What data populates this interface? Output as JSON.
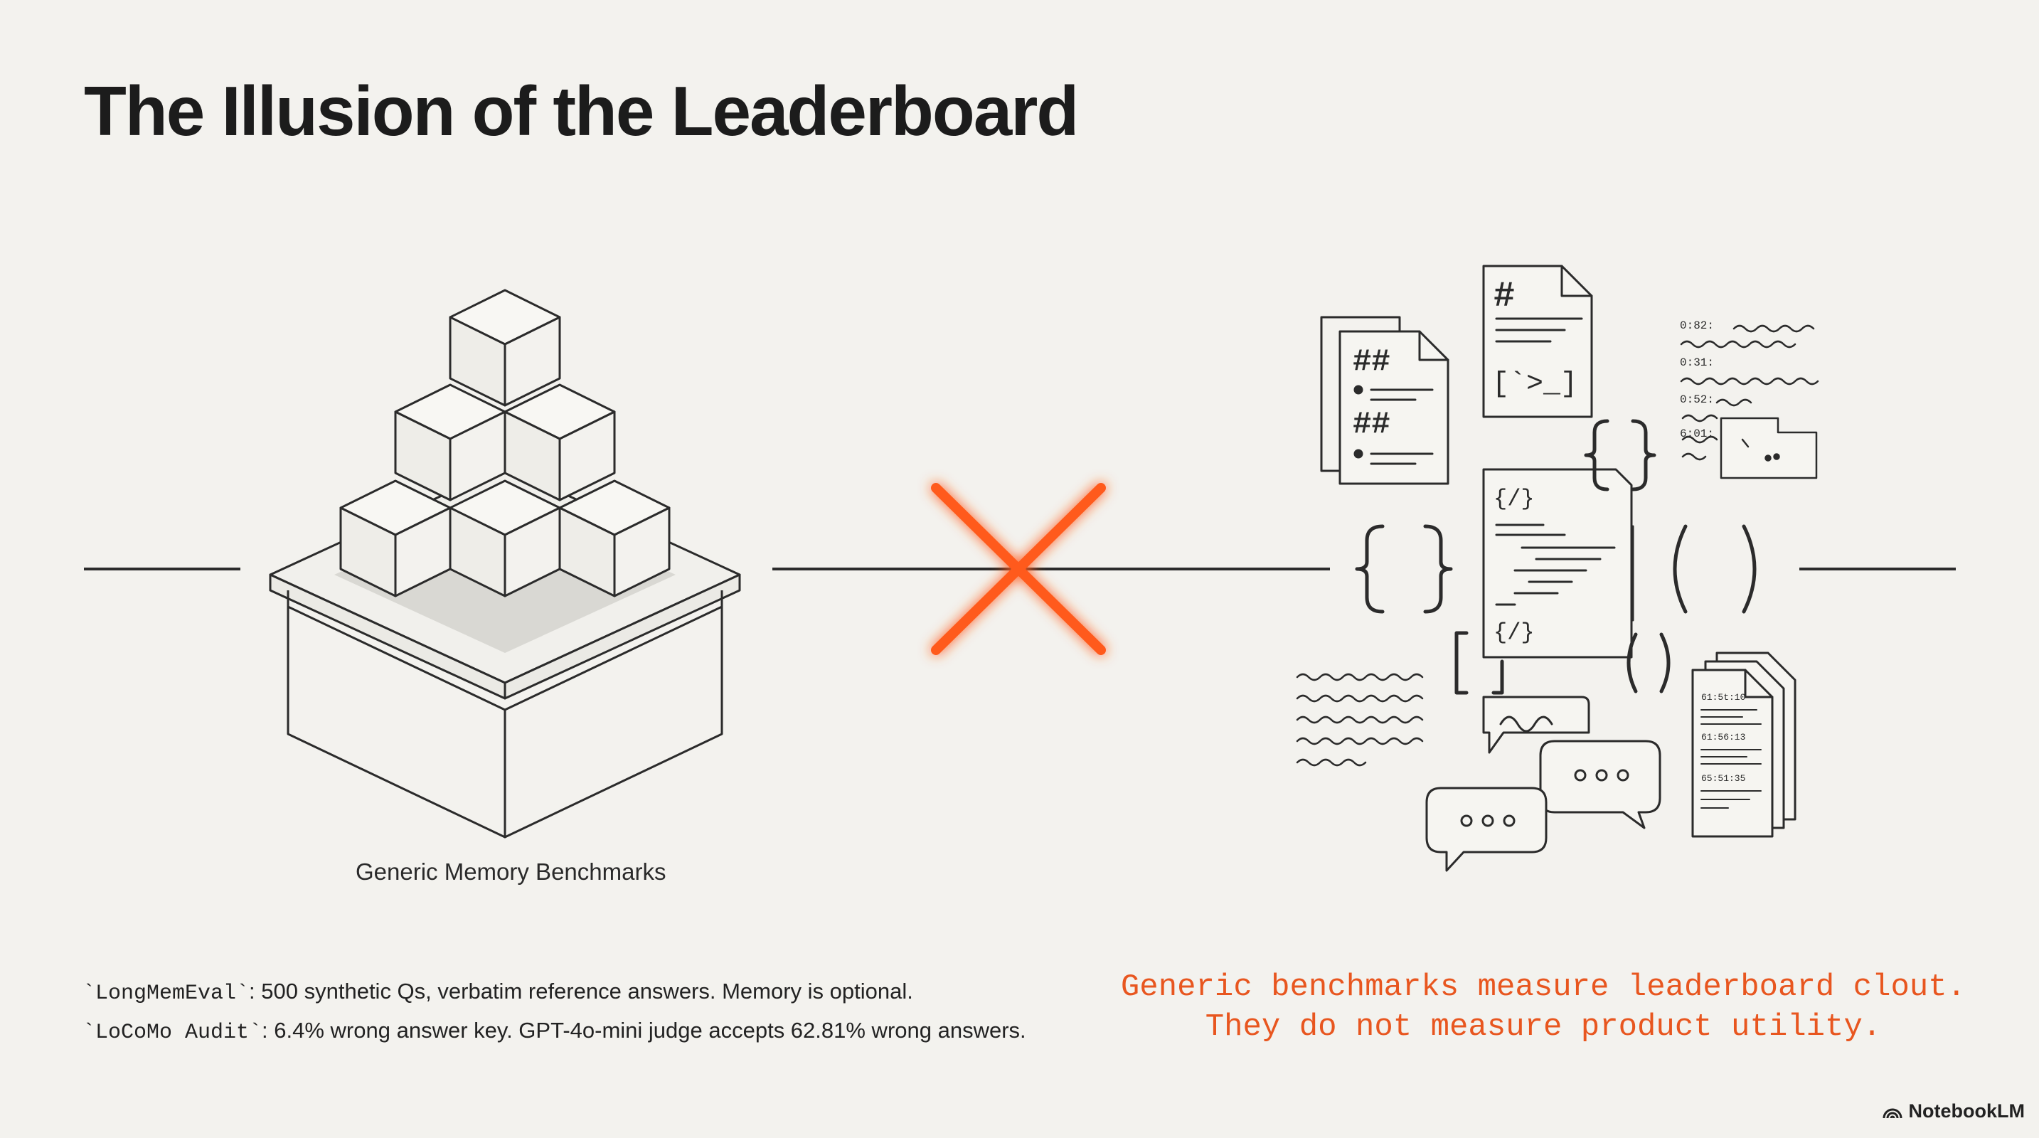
{
  "slide": {
    "title": "The Illusion of the Leaderboard",
    "left_caption": "Generic Memory Benchmarks",
    "notes": [
      {
        "code": "`LongMemEval`",
        "text": ": 500 synthetic Qs, verbatim reference answers. Memory is optional."
      },
      {
        "code": "`LoCoMo Audit`",
        "text": ": 6.4% wrong answer key. GPT-4o-mini judge accepts 62.81% wrong answers."
      }
    ],
    "takeaway": [
      "Generic benchmarks measure leaderboard clout.",
      "They do not measure product utility."
    ],
    "brand": "NotebookLM"
  },
  "artifact_labels": {
    "doc_left_heading_1": "##",
    "doc_left_heading_2": "##",
    "doc_top_heading": "#",
    "terminal_prompt": "[`>_]",
    "code_tag_1": "{/}",
    "code_tag_2": "{/}",
    "log_times": [
      "0:82:",
      "0:31:",
      "0:52:",
      "6:01:"
    ],
    "stack_times": [
      "61:5t:10",
      "61:56:13",
      "65:51:35"
    ]
  },
  "colors": {
    "background": "#f3f2ee",
    "line": "#2b2b2b",
    "accent": "#ff5a1f",
    "takeaway_text": "#e8561f"
  },
  "icons": [
    "cross-icon",
    "bracket-braces-icon",
    "speech-bubble-icon",
    "document-icon",
    "notebooklm-logo-icon"
  ]
}
